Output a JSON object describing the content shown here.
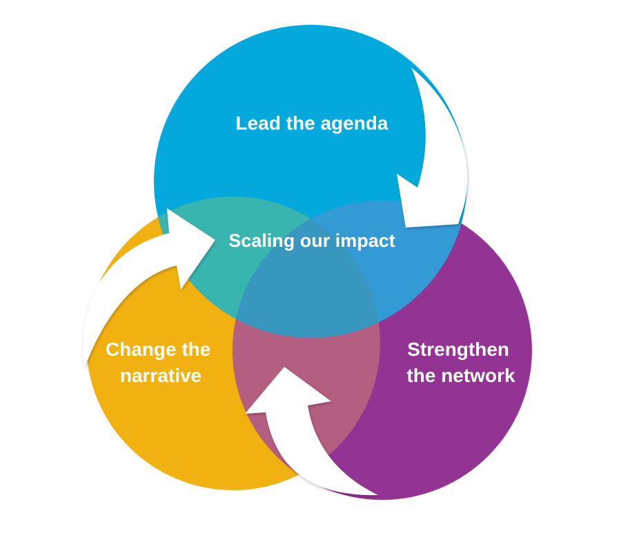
{
  "diagram": {
    "type": "venn",
    "circles": [
      {
        "id": "top",
        "label": "Lead the agenda",
        "color": "#03a9dc"
      },
      {
        "id": "left",
        "label_lines": [
          "Change the",
          "narrative"
        ],
        "color": "#f1b110"
      },
      {
        "id": "right",
        "label_lines": [
          "Strengthen",
          "the network"
        ],
        "color": "#933394"
      }
    ],
    "center_label": "Scaling our impact",
    "overlap_colors": {
      "top_left": "#39b5b0",
      "top_right": "#349ad6",
      "left_right": "#b45e82",
      "center": "#3797bf"
    },
    "label_color": "#ffffff",
    "arrow_color": "#ffffff"
  }
}
